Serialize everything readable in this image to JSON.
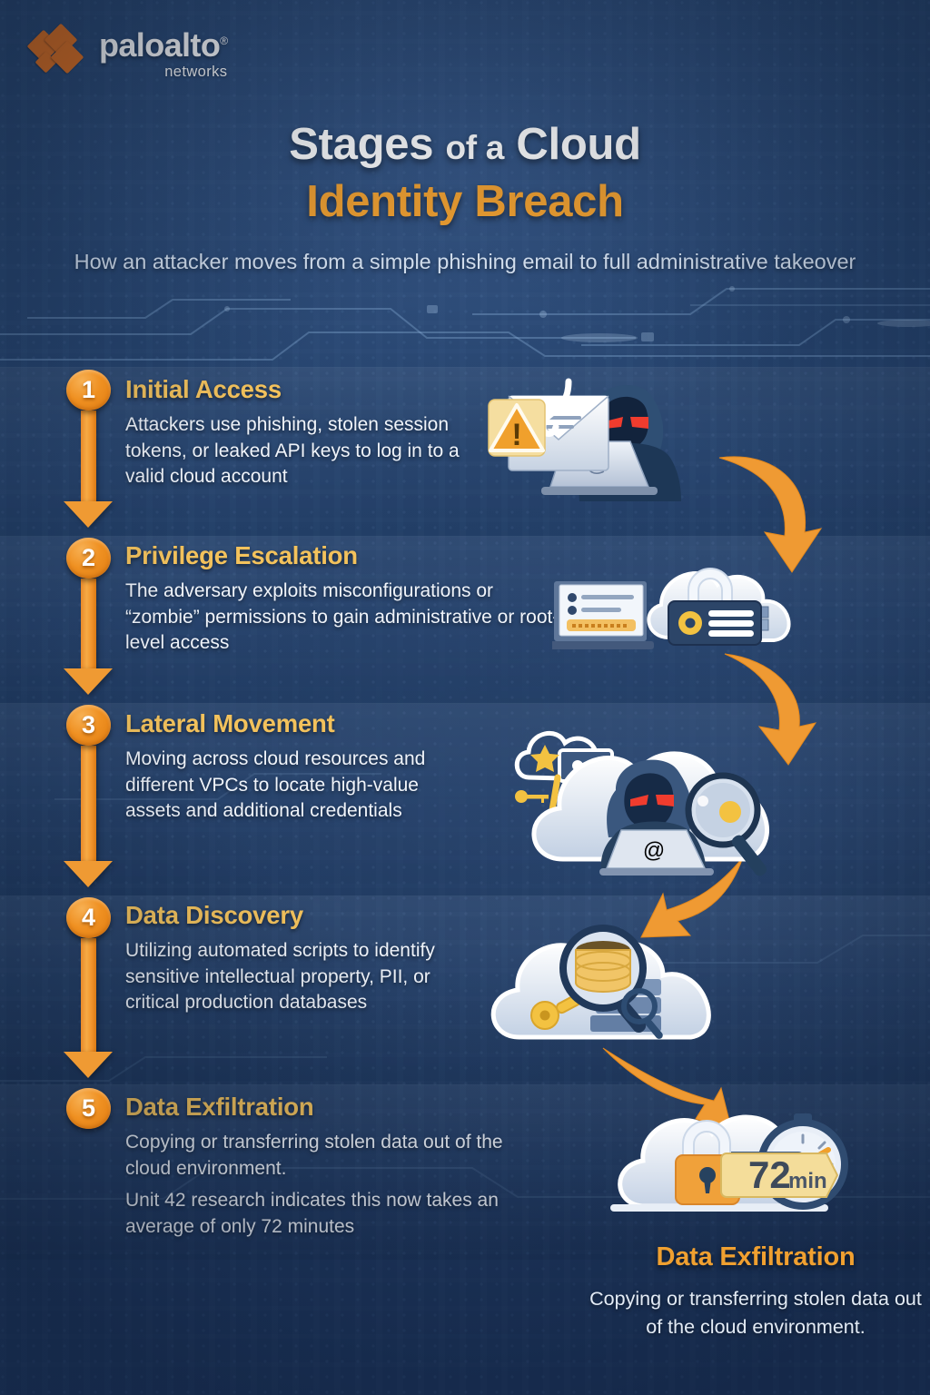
{
  "brand": {
    "name": "paloalto",
    "sub": "networks",
    "registered": "®",
    "logo_color": "#e0701f"
  },
  "title": {
    "line1_a": "Stages",
    "line1_b": "of a",
    "line1_c": "Cloud",
    "line2": "Identity Breach",
    "accent_color": "#f0a030"
  },
  "subtitle": "How an attacker moves from a simple phishing email to full administrative takeover",
  "stages": [
    {
      "number": "1",
      "heading": "Initial Access",
      "body": [
        "Attackers use phishing, stolen session tokens, or leaked API keys to log in to a valid cloud account"
      ],
      "illustration": "phishing-email-hacker-illustration"
    },
    {
      "number": "2",
      "heading": "Privilege Escalation",
      "body": [
        "The adversary exploits misconfigurations or “zombie” permissions to gain administrative or root-level access"
      ],
      "illustration": "cloud-lock-credentials-illustration"
    },
    {
      "number": "3",
      "heading": "Lateral Movement",
      "body": [
        "Moving across cloud resources and different VPCs to locate high-value assets and additional credentials"
      ],
      "illustration": "cloud-hacker-magnifier-illustration"
    },
    {
      "number": "4",
      "heading": "Data Discovery",
      "body": [
        "Utilizing automated scripts to identify sensitive intellectual property, PII, or critical production databases"
      ],
      "illustration": "cloud-database-search-illustration"
    },
    {
      "number": "5",
      "heading": "Data Exfiltration",
      "body": [
        "Copying or transferring stolen data out of the cloud environment.",
        "Unit 42 research indicates this now takes an average of only 72 minutes"
      ],
      "illustration": "cloud-lock-timer-illustration"
    }
  ],
  "timer_badge": {
    "value": "72",
    "unit": "min"
  },
  "email_icon_glyph": "@",
  "warning_glyph": "!",
  "footer": {
    "heading": "Data Exfiltration",
    "body": "Copying or transferring stolen data out of the cloud environment."
  },
  "palette": {
    "background_navy": "#24416b",
    "accent_orange": "#ef9a33",
    "heading_gold": "#f3c25c",
    "body_text": "#f0f4fa"
  }
}
